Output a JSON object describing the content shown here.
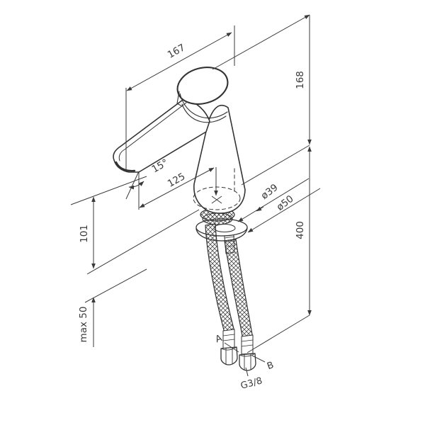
{
  "drawing": {
    "type": "technical-dimension-drawing",
    "subject": "single-lever basin faucet (isometric view) with mounting hardware and flexible supply hoses",
    "line_color": "#3a3a3a",
    "background": "#ffffff",
    "annotations": {
      "dim_spout_length": "167",
      "dim_total_height": "168",
      "dim_spout_angle": "15°",
      "dim_spout_reach": "125",
      "dim_body_diameter": "ø39",
      "dim_base_diameter": "ø50",
      "dim_outlet_height": "101",
      "dim_hose_length": "400",
      "dim_max_deck_thickness": "max 50",
      "label_hose_a": "A",
      "label_hose_b": "B",
      "label_thread_size": "G3/8"
    }
  }
}
